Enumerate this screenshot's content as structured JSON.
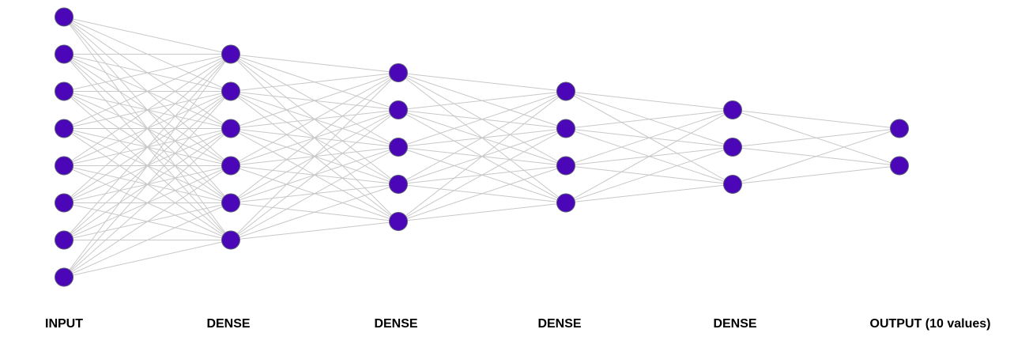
{
  "diagram": {
    "type": "neural-network",
    "node_color": "#4b06b8",
    "node_stroke": "#5b5b7a",
    "edge_color": "#c8c8c8",
    "layers": [
      {
        "label": "INPUT",
        "nodes": 8
      },
      {
        "label": "DENSE",
        "nodes": 6
      },
      {
        "label": "DENSE",
        "nodes": 5
      },
      {
        "label": "DENSE",
        "nodes": 4
      },
      {
        "label": "DENSE",
        "nodes": 3
      },
      {
        "label": "OUTPUT (10 values)",
        "nodes": 2
      }
    ]
  }
}
